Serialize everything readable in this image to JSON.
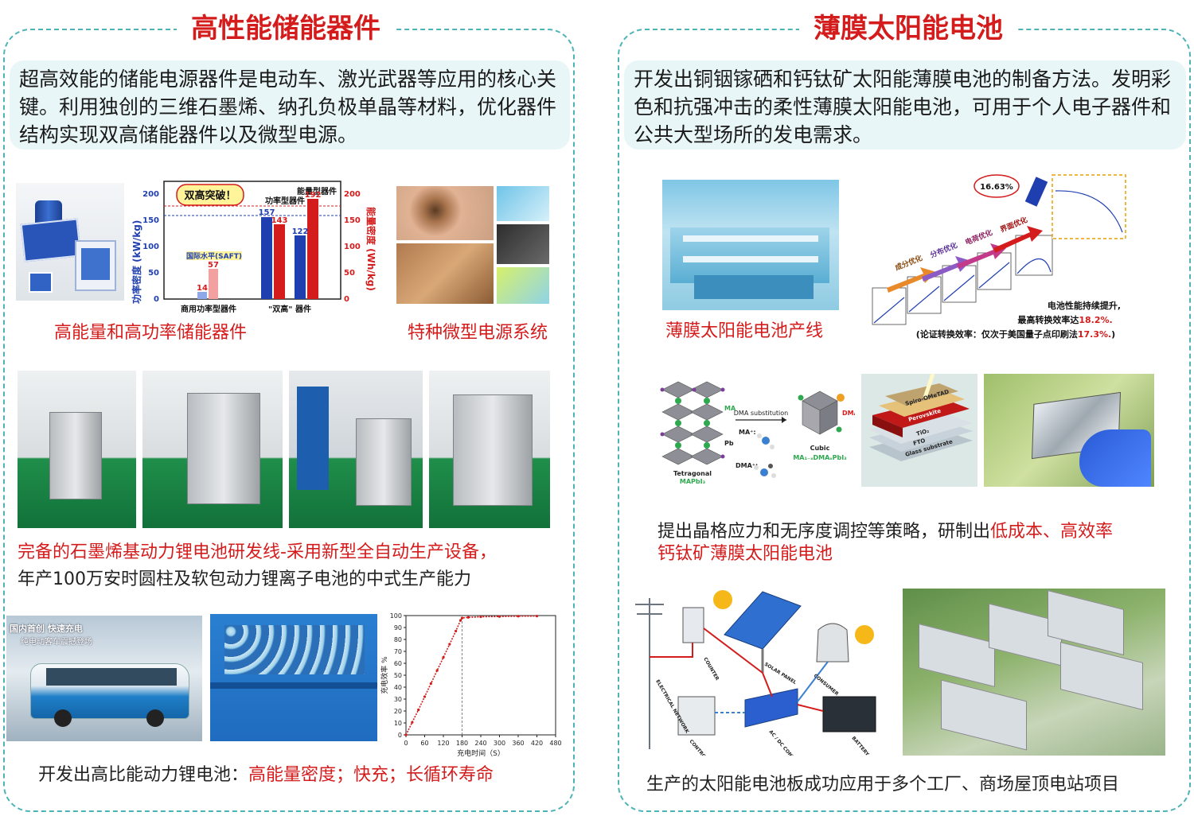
{
  "left": {
    "title": "高性能储能器件",
    "intro": "超高效能的储能电源器件是电动车、激光武器等应用的核心关键。利用独创的三维石墨烯、纳孔负极单晶等材料，优化器件结构实现双高储能器件以及微型电源。",
    "chart1": {
      "badge": "双高突破！",
      "y_left_label": "功率密度 (kW/kg)",
      "y_right_label": "能量密度 (Wh/kg)",
      "left_ticks": [
        "0",
        "50",
        "100",
        "150",
        "200"
      ],
      "right_ticks": [
        "0",
        "50",
        "100",
        "150",
        "200"
      ],
      "categories": [
        "商用功率型器件",
        "\"双高\" 器件"
      ],
      "intl_label": "国际水平(SAFT)",
      "power_type_label": "功率型器件",
      "energy_type_label": "能量型器件",
      "bar_labels": [
        "14",
        "57",
        "157",
        "143",
        "122",
        "192"
      ]
    },
    "caption1": "高能量和高功率储能器件",
    "caption2": "特种微型电源系统",
    "caption3": "完备的石墨烯基动力锂电池研发线-采用新型全自动生产设备，",
    "caption4": "年产100万安时圆柱及软包动力锂离子电池的中式生产能力",
    "bus_text1": "国内首创 快速充电",
    "bus_text2": "纯电动客车震撼登场",
    "chart_y_label": "充电效率 %",
    "chart_x_label": "充电时间（S）",
    "caption5_dark": "开发出高比能动力锂电池：",
    "caption5_red": "高能量密度；快充；长循环寿命"
  },
  "right": {
    "title": "薄膜太阳能电池",
    "intro": "开发出铜铟镓硒和钙钛矿太阳能薄膜电池的制备方法。发明彩色和抗强冲击的柔性薄膜太阳能电池，可用于个人电子器件和公共大型场所的发电需求。",
    "caption1": "薄膜太阳能电池产线",
    "eff_badge": "16.63%",
    "eff_note1": "电池性能持续提升,",
    "eff_note2a": "最高转换效率达",
    "eff_note2b": "18.2%.",
    "eff_note3a": "(论证转换效率：仅次于美国量子点印刷法",
    "eff_note3b": "17.3%.",
    "eff_note3c": ")",
    "step_labels": [
      "成分优化",
      "分布优化",
      "电荷优化",
      "界面优化"
    ],
    "caption2_dark": "提出晶格应力和无序度调控等策略，研制出",
    "caption2_red1": "低成本、高效率",
    "caption2_red2": "钙钛矿薄膜太阳能电池",
    "caption3": "生产的太阳能电池板成功应用于多个工厂、商场屋顶电站项目",
    "crystal_labels": {
      "tetragonal": "Tetragonal",
      "mapbi3": "MAPbI₃",
      "dma_sub": "DMA substitution",
      "ma": "MA⁺:",
      "dma": "DMA⁺:",
      "cubic": "Cubic",
      "formula": "MA₁₋ₓDMAₓPbI₃",
      "ma_tag": "MA",
      "pb_tag": "Pb",
      "dma_tag": "DMA"
    },
    "layers": [
      "Spiro-OMeTAD",
      "Perovskite",
      "TiO₂",
      "FTO",
      "Glass substrate"
    ],
    "system_labels": [
      "ELECTRICAL NETWORK",
      "COUNTER",
      "SOLAR PANEL",
      "CONSUMER",
      "CONTROLLER",
      "AC / DC CONVERTER",
      "BATTERY"
    ]
  },
  "chart_data": {
    "type": "line",
    "title": "",
    "xlabel": "充电时间（S）",
    "ylabel": "充电效率 %",
    "xlim": [
      0,
      480
    ],
    "ylim": [
      0,
      100
    ],
    "xticks": [
      0,
      60,
      120,
      180,
      240,
      300,
      360,
      420,
      480
    ],
    "yticks": [
      0,
      10,
      20,
      30,
      40,
      50,
      60,
      70,
      80,
      90,
      100
    ],
    "series": [
      {
        "x": [
          0,
          20,
          40,
          60,
          80,
          100,
          120,
          140,
          160,
          175,
          180,
          200,
          240,
          300,
          360,
          420
        ],
        "y": [
          0,
          10.5,
          21,
          32,
          43,
          54,
          65,
          76,
          87,
          96,
          98,
          98.5,
          99,
          99.2,
          99.5,
          99.6
        ]
      }
    ],
    "marker_line_x": 180
  }
}
